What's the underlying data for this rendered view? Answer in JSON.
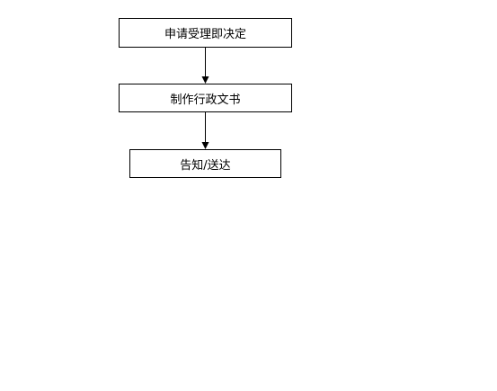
{
  "flowchart": {
    "nodes": [
      {
        "id": "n1",
        "label": "申请受理即决定"
      },
      {
        "id": "n2",
        "label": "制作行政文书"
      },
      {
        "id": "n3",
        "label": "告知/送达"
      }
    ],
    "edges": [
      {
        "from": "n1",
        "to": "n2"
      },
      {
        "from": "n2",
        "to": "n3"
      }
    ],
    "colors": {
      "stroke": "#000000",
      "fill": "#ffffff",
      "text": "#000000"
    }
  }
}
